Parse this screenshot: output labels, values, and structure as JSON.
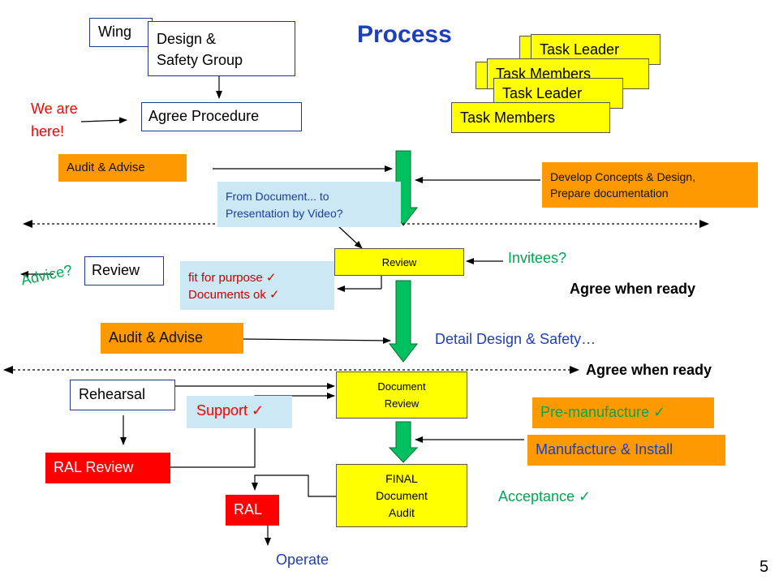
{
  "title": "Process",
  "page_number": "5",
  "boxes": {
    "wing": "Wing",
    "design_safety_group_line1": "Design &",
    "design_safety_group_line2": "Safety Group",
    "agree_procedure": "Agree Procedure",
    "task_leader_back_a": "Task Leader",
    "task_members_back": "Task Members",
    "task_leader_front": "Task Leader",
    "task_members_front": "Task Members",
    "audit_advise_top": "Audit & Advise",
    "develop_concepts_line1": "Develop Concepts & Design,",
    "develop_concepts_line2": "Prepare documentation",
    "from_document_line1": "From Document... to",
    "from_document_line2": "Presentation by Video?",
    "review_small": "Review",
    "review_white": "Review",
    "fit_for_purpose": "fit for purpose ✓",
    "documents_ok": "Documents ok ✓",
    "audit_advise_mid": "Audit & Advise",
    "document_review_line1": "Document",
    "document_review_line2": "Review",
    "rehearsal": "Rehearsal",
    "support": "Support ✓",
    "pre_manufacture": "Pre-manufacture ✓",
    "manufacture_install": "Manufacture & Install",
    "ral_review": "RAL Review",
    "final_line1": "FINAL",
    "final_line2": "Document",
    "final_line3": "Audit",
    "ral": "RAL"
  },
  "labels": {
    "we_are_here_line1": "We are",
    "we_are_here_line2": "here!",
    "invitees": "Invitees?",
    "advice": "Advice?",
    "agree_when_ready_1": "Agree when ready",
    "detail_design": "Detail Design & Safety…",
    "agree_when_ready_2": "Agree when ready",
    "acceptance": "Acceptance ✓",
    "operate": "Operate"
  },
  "colors": {
    "yellow": "#ffff00",
    "orange": "#ff9900",
    "light_blue": "#cce8f4",
    "red_box": "#ff0000",
    "red_text": "#ff0000",
    "green_text": "#00a651",
    "title_blue": "#1f3fb8",
    "arrow_green": "#00c060"
  }
}
